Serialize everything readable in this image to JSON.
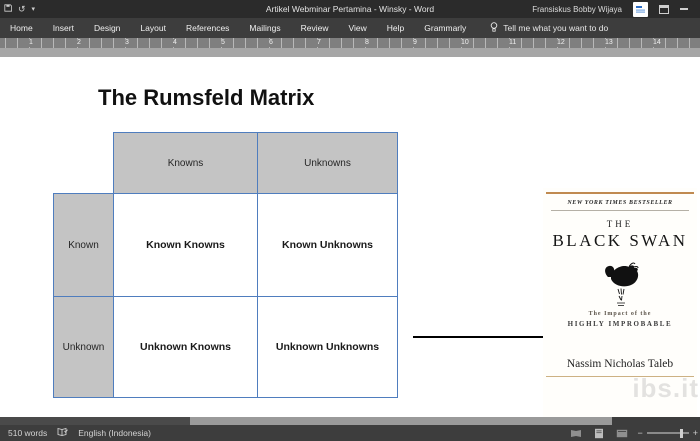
{
  "titlebar": {
    "title": "Artikel Webminar Pertamina - Winsky  -  Word",
    "user": "Fransiskus Bobby Wijaya"
  },
  "icons": {
    "undo": "↺",
    "qat_chevron": "▾"
  },
  "menubar": {
    "tabs": [
      "Home",
      "Insert",
      "Design",
      "Layout",
      "References",
      "Mailings",
      "Review",
      "View",
      "Help",
      "Grammarly"
    ],
    "tellme": "Tell me what you want to do"
  },
  "ruler": {
    "numbers": [
      "1",
      "2",
      "3",
      "4",
      "5",
      "6",
      "7",
      "8",
      "9",
      "10",
      "11",
      "12",
      "13",
      "14"
    ]
  },
  "document": {
    "heading": "The Rumsfeld Matrix",
    "matrix": {
      "col_headers": [
        "Knowns",
        "Unknowns"
      ],
      "row_headers": [
        "Known",
        "Unknown"
      ],
      "cells": [
        [
          "Known Knowns",
          "Known Unknowns"
        ],
        [
          "Unknown Knowns",
          "Unknown Unknowns"
        ]
      ]
    },
    "book": {
      "bestseller": "NEW YORK TIMES BESTSELLER",
      "title_line1": "THE",
      "title_line2": "BLACK SWAN",
      "subtitle_line1": "The Impact of the",
      "subtitle_line2": "HIGHLY IMPROBABLE",
      "author": "Nassim Nicholas Taleb",
      "watermark": "ibs.it"
    }
  },
  "statusbar": {
    "word_count": "510 words",
    "language": "English (Indonesia)",
    "zoom_out": "−",
    "zoom_in": "+"
  },
  "colors": {
    "table_border_blue": "#4f7dbe",
    "table_cell_gray": "#c4c4c4",
    "book_accent_tan": "#c08a50",
    "titlebar_bg": "#2b2b2b",
    "ribbon_bg": "#3d3d3d"
  }
}
